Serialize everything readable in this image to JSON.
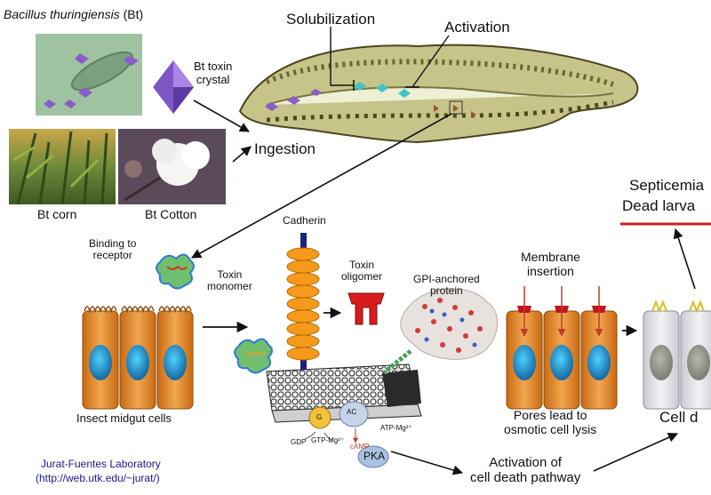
{
  "title": {
    "species": "Bacillus thuringiensis",
    "abbr": "(Bt)"
  },
  "labels": {
    "toxin_crystal": "Bt toxin\ncrystal",
    "bt_corn": "Bt corn",
    "bt_cotton": "Bt Cotton",
    "ingestion": "Ingestion",
    "solubilization": "Solubilization",
    "activation": "Activation",
    "septicemia": "Septicemia",
    "dead_larva": "Dead larva",
    "binding": "Binding to\nreceptor",
    "toxin_monomer": "Toxin\nmonomer",
    "cadherin": "Cadherin",
    "toxin_oligomer": "Toxin\noligomer",
    "gpi_protein": "GPI-anchored\nprotein",
    "membrane_insertion": "Membrane\ninsertion",
    "midgut_cells": "Insect midgut cells",
    "pores": "Pores lead to\nosmotic cell lysis",
    "cell_death": "Cell d",
    "activation_pathway": "Activation of\ncell death pathway",
    "pka": "PKA",
    "ac": "AC",
    "g": "G",
    "gdp": "GDP",
    "gtp": "GTP-Mg²⁺",
    "atp": "ATP-Mg²⁺",
    "camp": "cAMP"
  },
  "credit": {
    "lab": "Jurat-Fuentes Laboratory",
    "url": "(http://web.utk.edu/~jurat/)"
  },
  "colors": {
    "cell_body": "#e8922a",
    "nucleus": "#1e88b8",
    "cadherin": "#f59a1a",
    "oligomer": "#d81c1c",
    "septicemia_line": "#c81e1e",
    "crystal": "#8a5cc8"
  }
}
